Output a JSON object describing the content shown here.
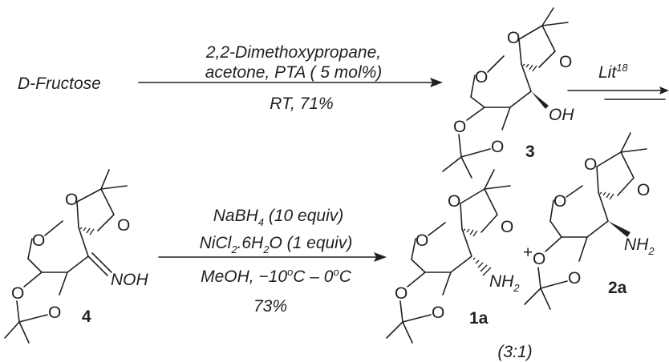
{
  "scheme": {
    "start_material": "D-Fructose",
    "step1": {
      "reagents_line1": "2,2-Dimethoxypropane,",
      "reagents_line2": "acetone, PTA ( 5 mol%)",
      "conditions": "RT, 71%"
    },
    "step2": {
      "lit_prefix": "Lit",
      "lit_ref": "18"
    },
    "step3": {
      "line1_pre": "NaBH",
      "line1_sub": "4",
      "line1_post": " (10 equiv)",
      "line2_pre": "NiCl",
      "line2_sub1": "2",
      "line2_mid": ".6H",
      "line2_sub2": "2",
      "line2_post": "O (1 equiv)",
      "line3_pre": "MeOH, −10",
      "line3_sup1": "o",
      "line3_mid": "C – 0",
      "line3_sup2": "o",
      "line3_post": "C",
      "yield": "73%"
    },
    "compounds": {
      "c3": {
        "label": "3",
        "group": "OH"
      },
      "c4": {
        "label": "4",
        "group": "NOH"
      },
      "c1a": {
        "label": "1a",
        "group_main": "NH",
        "group_sub": "2"
      },
      "c2a": {
        "label": "2a",
        "group_main": "NH",
        "group_sub": "2"
      }
    },
    "atoms": {
      "oxygen": "O"
    },
    "plus": "+",
    "ratio": "(3:1)"
  }
}
